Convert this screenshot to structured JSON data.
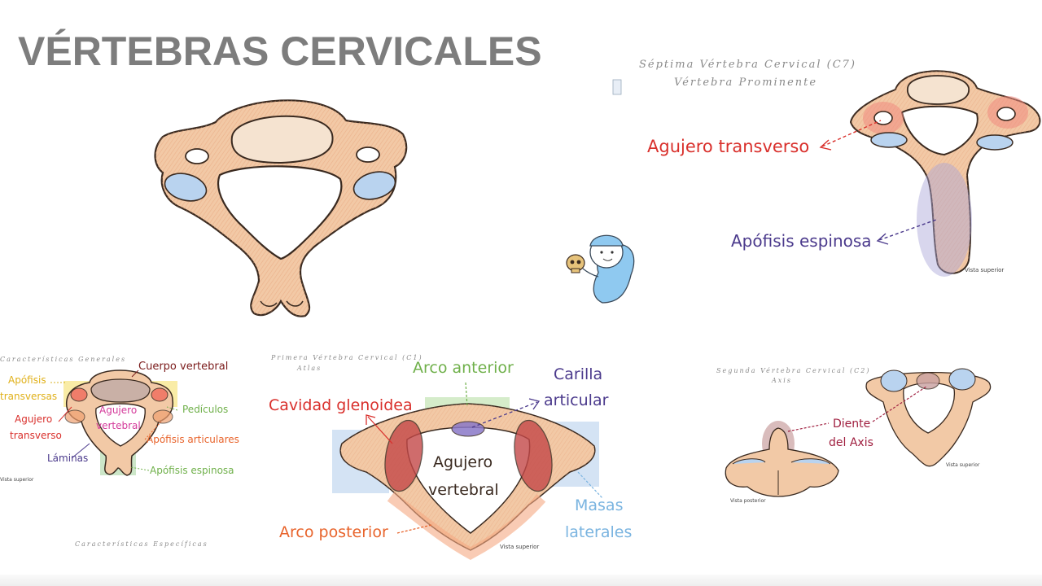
{
  "title": "VÉRTEBRAS CERVICALES",
  "c7": {
    "heading_1": "Séptima Vértebra Cervical (C7)",
    "heading_2": "Vértebra Prominente",
    "label_transverse_foramen": "Agujero transverso",
    "label_spinous_process": "Apófisis espinosa",
    "view_label": "Vista superior"
  },
  "general": {
    "heading": "Características Generales",
    "labels": {
      "vertebral_body": "Cuerpo vertebral",
      "transverse_processes_1": "Apófisis",
      "transverse_processes_2": "transversas",
      "transverse_foramen_1": "Agujero",
      "transverse_foramen_2": "transverso",
      "vertebral_foramen_1": "Agujero",
      "vertebral_foramen_2": "vertebral",
      "pedicles": "Pedículos",
      "articular_processes": "Apófisis articulares",
      "laminae": "Láminas",
      "spinous_process": "Apófisis espinosa"
    },
    "view_label": "Vista superior"
  },
  "specific_heading": "Características Específicas",
  "c1": {
    "heading_1": "Primera Vértebra Cervical (C1)",
    "heading_2": "Atlas",
    "label_anterior_arch": "Arco anterior",
    "label_articular_facet_1": "Carilla",
    "label_articular_facet_2": "articular",
    "label_glenoid_cavity": "Cavidad glenoidea",
    "label_vertebral_foramen_1": "Agujero",
    "label_vertebral_foramen_2": "vertebral",
    "label_lateral_masses_1": "Masas",
    "label_lateral_masses_2": "laterales",
    "label_posterior_arch": "Arco posterior",
    "view_label": "Vista superior"
  },
  "c2": {
    "heading_1": "Segunda Vértebra Cervical (C2)",
    "heading_2": "Axis",
    "label_dens_1": "Diente",
    "label_dens_2": "del Axis",
    "view_posterior": "Vista posterior",
    "view_superior": "Vista superior"
  },
  "colors": {
    "bone_fill": "#f2c9a6",
    "bone_stroke": "#3a2a20",
    "body_fill": "#f5e3d0",
    "blue_facet": "#b9d3ef",
    "red": "#d9302c",
    "purple": "#4b3a8c",
    "green": "#6fb04a",
    "orange": "#e8642c",
    "light_blue": "#7ab4e0",
    "magenta": "#d43a9a",
    "gold": "#f0c020",
    "dark_red": "#a02040"
  }
}
